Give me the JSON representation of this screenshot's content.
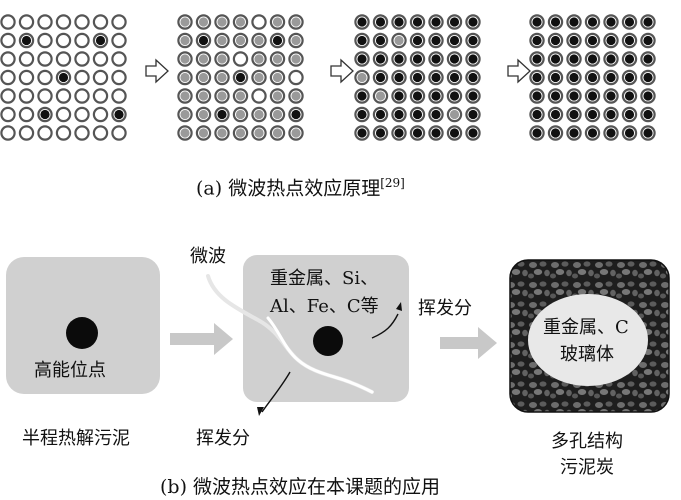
{
  "caption_a": {
    "text": "(a) 微波热点效应原理",
    "ref": "[29]"
  },
  "caption_b": "(b) 微波热点效应在本课题的应用",
  "panel_b": {
    "box1_label": "高能位点",
    "box1_caption": "半程热解污泥",
    "microwave_label": "微波",
    "box2_label_line1": "重金属、Si、",
    "box2_label_line2": "Al、Fe、C等",
    "volatiles_label_right": "挥发分",
    "volatiles_label_bottom": "挥发分",
    "box3_label_line1": "重金属、C",
    "box3_label_line2": "玻璃体",
    "box3_caption_line1": "多孔结构",
    "box3_caption_line2": "污泥炭"
  },
  "grids": [
    {
      "name": "stage-1",
      "dots": [
        "E",
        "E",
        "E",
        "E",
        "E",
        "E",
        "E",
        "E",
        "H",
        "E",
        "E",
        "E",
        "H",
        "E",
        "E",
        "E",
        "E",
        "E",
        "E",
        "E",
        "E",
        "E",
        "E",
        "E",
        "H",
        "E",
        "E",
        "E",
        "E",
        "E",
        "E",
        "E",
        "E",
        "E",
        "E",
        "E",
        "E",
        "H",
        "E",
        "E",
        "E",
        "H",
        "E",
        "E",
        "E",
        "E",
        "E",
        "E",
        "E"
      ]
    },
    {
      "name": "stage-2",
      "dots": [
        "G",
        "G",
        "G",
        "G",
        "E",
        "G",
        "G",
        "G",
        "H",
        "G",
        "G",
        "G",
        "H",
        "G",
        "G",
        "G",
        "G",
        "E",
        "G",
        "G",
        "G",
        "G",
        "G",
        "G",
        "H",
        "G",
        "G",
        "E",
        "G",
        "G",
        "G",
        "G",
        "E",
        "G",
        "G",
        "G",
        "G",
        "H",
        "G",
        "G",
        "G",
        "H",
        "G",
        "G",
        "G",
        "G",
        "G",
        "G",
        "G"
      ]
    },
    {
      "name": "stage-3",
      "dots": [
        "H",
        "H",
        "H",
        "H",
        "H",
        "H",
        "H",
        "H",
        "H",
        "G",
        "H",
        "H",
        "H",
        "H",
        "H",
        "H",
        "H",
        "H",
        "H",
        "H",
        "H",
        "G",
        "H",
        "H",
        "H",
        "H",
        "H",
        "H",
        "H",
        "G",
        "H",
        "H",
        "H",
        "H",
        "H",
        "H",
        "H",
        "H",
        "H",
        "H",
        "G",
        "H",
        "H",
        "H",
        "H",
        "H",
        "H",
        "H",
        "H"
      ]
    },
    {
      "name": "stage-4",
      "dots": [
        "H",
        "H",
        "H",
        "H",
        "H",
        "H",
        "H",
        "H",
        "H",
        "H",
        "H",
        "H",
        "H",
        "H",
        "H",
        "H",
        "H",
        "H",
        "H",
        "H",
        "H",
        "H",
        "H",
        "H",
        "H",
        "H",
        "H",
        "H",
        "H",
        "H",
        "H",
        "H",
        "H",
        "H",
        "H",
        "H",
        "H",
        "H",
        "H",
        "H",
        "H",
        "H",
        "H",
        "H",
        "H",
        "H",
        "H",
        "H",
        "H"
      ]
    }
  ],
  "colors": {
    "ring": "#555555",
    "hot": "#111111",
    "warm": "#9a9a9a",
    "box_fill": "#cfcfcf",
    "arrow_fill": "#c8c8c8",
    "porous_fill": "#2a2a2a"
  }
}
